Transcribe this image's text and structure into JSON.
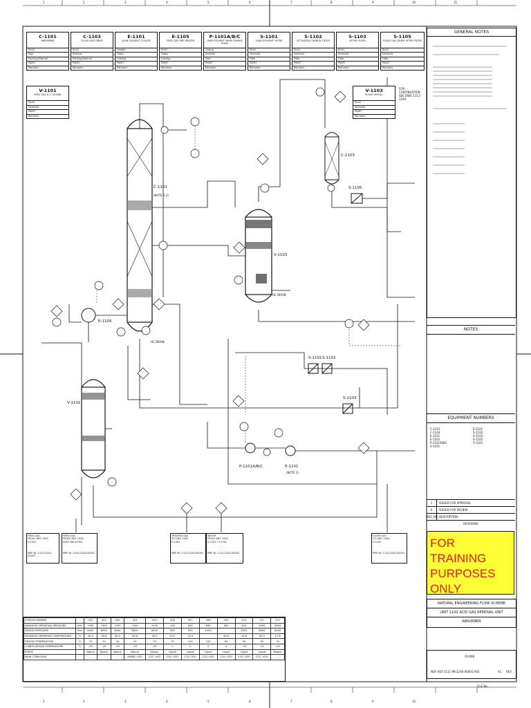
{
  "equipment_headers": [
    {
      "tag": "C-1101",
      "name": "ABSORBER",
      "rows": [
        "Shell",
        "Pipe",
        "Packing/Internal",
        "PWHT",
        "Remarks"
      ]
    },
    {
      "tag": "C-1103",
      "name": "FLASH GAS DRIER",
      "rows": [
        "Shell",
        "Internal",
        "Packing/Internal",
        "PWHT",
        "Remarks"
      ]
    },
    {
      "tag": "E-1101",
      "name": "LEAN SOLVENT COOLER",
      "rows": [
        "Header",
        "Tubes",
        "Cooling",
        "PWHT",
        "Remarks"
      ]
    },
    {
      "tag": "E-1105",
      "name": "FEED GAS PRE HEATER",
      "rows": [
        "Shell",
        "Tubes",
        "Cooling",
        "PWHT",
        "Remarks"
      ]
    },
    {
      "tag": "P-1101A/B/C",
      "name": "LEAN SOLVENT MAIN CHARGE PUMP",
      "rows": [
        "Casing",
        "Impeller",
        "Seal",
        "PWHT",
        "Remarks"
      ]
    },
    {
      "tag": "S-1101",
      "name": "LEAN SOLVENT FILTER",
      "rows": [
        "Shell",
        "Internals",
        "Filter",
        "PWHT",
        "Remarks"
      ]
    },
    {
      "tag": "S-1102",
      "name": "ACTIVATED CARBON FILTER",
      "rows": [
        "Shell",
        "Internals",
        "Filter",
        "PWHT",
        "Remarks"
      ]
    },
    {
      "tag": "S-1103",
      "name": "AFTER FILTER",
      "rows": [
        "Shell",
        "Internals",
        "Filter",
        "PWHT",
        "Remarks"
      ]
    },
    {
      "tag": "S-1105",
      "name": "FLASH GAS DRIER AFTER FILTER",
      "rows": [
        "Shell",
        "Internals",
        "Filter",
        "PWHT",
        "Remarks"
      ]
    }
  ],
  "equipment_headers_row2": [
    {
      "tag": "V-1101",
      "name": "FEED GAS K.O. VESSEL",
      "rows": [
        "Shell",
        "Internals",
        "PWHT",
        "Remarks"
      ]
    },
    {
      "tag": "V-1103",
      "name": "FLASH VESSEL",
      "rows": [
        "Shell",
        "Internals",
        "PWHT",
        "Remarks"
      ]
    }
  ],
  "continuation_note": "FOR CONTINUATION SEE DWG 1111-2240",
  "general_notes": {
    "title": "GENERAL NOTES",
    "notes_title": "NOTES",
    "equipment_numbers_title": "EQUIPMENT NUMBERS",
    "equipment_numbers": [
      "C-1101",
      "C-1103",
      "E-1101",
      "E-1105",
      "P-1101A/B/C",
      "V-1101",
      "S-1101",
      "S-1102",
      "S-1103",
      "S-1105",
      "V-1103"
    ]
  },
  "vessels": {
    "c1101": "C-1101",
    "c1101_note": "(NOTE 1,2)",
    "v1101": "V-1101",
    "v1103": "V-1103",
    "c1103": "C-1103",
    "s1105": "S-1105",
    "e1105": "E-1105",
    "e1101": "E-1101",
    "e1101_note": "(NOTE 2)",
    "p1101": "P-1101A/B/C",
    "s1101": "S-1101",
    "s1102": "S-1102",
    "s1103": "S-1103",
    "hc_drain": "HC DRAIN",
    "hc_drain2": "HC DRAIN"
  },
  "offpage": [
    {
      "line1": "FEED GAS",
      "line2": "FROM UNIT 1000",
      "line3": "V-1001",
      "ref": "MPE Nr: 1113-2240-00007"
    },
    {
      "line1": "FEED GAS",
      "line2": "FROM UNIT 1000",
      "line3": "NLET FACILITIES",
      "ref": "MPE Nr: 1010-2240-00001"
    },
    {
      "line1": "TREATED GAS",
      "line2": "TO UNIT 1000",
      "line3": "E-1401",
      "ref": "MPE Nr: 1113-2240-00001"
    },
    {
      "line1": "WATER",
      "line2": "FROM UNIT 1000",
      "line3": "V-1701 / V-1702",
      "ref": "MPE Nr: 1111-2240-00004"
    },
    {
      "line1": "FLASH GAS",
      "line2": "TO UNIT 1000",
      "line3": "V-1401",
      "ref": "MPE Nr: 1114-2240-00001"
    }
  ],
  "stream_table": {
    "header": "STREAM NUMBER",
    "streams": [
      "001",
      "002",
      "003",
      "004",
      "005",
      "006",
      "007",
      "008",
      "009",
      "010",
      "011",
      "012"
    ],
    "rows": [
      {
        "label": "MAXIMUM OPERATING PRESSURE",
        "unit": "kPa",
        "vals": [
          "7300",
          "7450",
          "7450",
          "7440",
          "7430",
          "130",
          "630",
          "630",
          "640",
          "630",
          "6450",
          "6300"
        ]
      },
      {
        "label": "DESIGN PRESSURE",
        "unit": "kPa",
        "vals": [
          "8000",
          "8000",
          "8000",
          "8000",
          "8000",
          "900",
          "900",
          "1000",
          "",
          "8250",
          "8000",
          "8000"
        ]
      },
      {
        "label": "MAXIMUM OPERATING TEMPERATURE",
        "unit": "°C",
        "vals": [
          "30.0",
          "30.0",
          "30.0",
          "40.8",
          "30.0",
          "25.0",
          "70.0",
          "",
          "58.9",
          "43.8",
          "45.0",
          "17.6"
        ]
      },
      {
        "label": "DESIGN TEMPERATURE",
        "unit": "°C",
        "vals": [
          "70",
          "70",
          "70",
          "70",
          "70",
          "70",
          "120",
          "120",
          "95",
          "95",
          "95",
          "70"
        ]
      },
      {
        "label": "LOWER DESIGN TEMPERATURE",
        "unit": "°C",
        "vals": [
          "-29",
          "-29",
          "-29",
          "-29",
          "-29",
          "0",
          "0",
          "0",
          "0",
          "-29",
          "-29",
          "-29"
        ]
      },
      {
        "label": "PHASE",
        "unit": "",
        "vals": [
          "Vapour",
          "Vapour",
          "Vapour",
          "Vapour",
          "Vapour",
          "Liquid",
          "Liquid",
          "Liquid",
          "Liquid",
          "Liquid",
          "Liquid",
          "Vapour"
        ]
      },
      {
        "label": "MAIN CORROSIVE",
        "unit": "",
        "vals": [
          "–",
          "–",
          "–",
          "AMINE, H2O",
          "CO2, H2O",
          "CO2, H2O",
          "CO2, H2O",
          "CO2, H2O",
          "CO2, H2O",
          "CO2, H2O",
          "CO2, H2O",
          "–"
        ]
      }
    ]
  },
  "revisions": {
    "title": "REVISIONS",
    "rows": [
      {
        "rev": "1",
        "desc": "ISSUED FOR APPROVAL"
      },
      {
        "rev": "0",
        "desc": "ISSUED FOR REVIEW"
      },
      {
        "rev": "REV_NO",
        "desc": "DESCRIPTION"
      }
    ]
  },
  "training_banner": "FOR TRAINING PURPOSES ONLY",
  "title_block": {
    "line1": "NATURAL ENGINEERING FLOW SCHEME",
    "line2": "UNIT 1100 ACID GAS REMOVAL UNIT",
    "line3": "ABSORBER",
    "dwg_no": "NGF-003-1111-PB-2240-00001-A01",
    "sheet": "01/06B",
    "size": "A1",
    "rev": "REV"
  },
  "grid_numbers": [
    "1",
    "2",
    "3",
    "4",
    "5",
    "6",
    "7",
    "8",
    "9",
    "10",
    "11"
  ],
  "fileno_label": "FILE No.:"
}
